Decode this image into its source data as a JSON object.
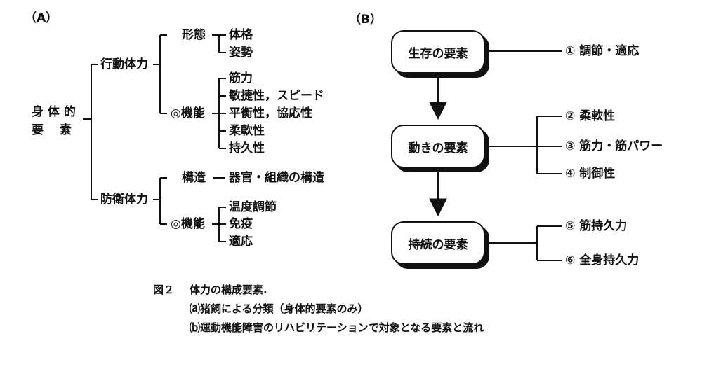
{
  "panel_a": {
    "label": "（A）",
    "root_line1": "身 体 的",
    "root_line2": "要　 素",
    "behavior": "行動体力",
    "defense": "防衛体力",
    "form": "形態",
    "form_items": [
      "体格",
      "姿勢"
    ],
    "function_a": "◎機能",
    "function_items": [
      "筋力",
      "敏捷性，スピード",
      "平衡性，協応性",
      "柔軟性",
      "持久性"
    ],
    "structure": "構造",
    "structure_item": "器官・組織の構造",
    "function_b": "◎機能",
    "defense_items": [
      "温度調節",
      "免疫",
      "適応"
    ]
  },
  "panel_b": {
    "label": "（B）",
    "boxes": [
      "生存の要素",
      "動きの要素",
      "持続の要素"
    ],
    "items": [
      "① 調節・適応",
      "② 柔軟性",
      "③ 筋力・筋パワー",
      "④ 制御性",
      "⑤ 筋持久力",
      "⑥ 全身持久力"
    ]
  },
  "caption": {
    "number": "図２",
    "title": "体力の構成要素.",
    "line_a": "⒜猪飼による分類（身体的要素のみ）",
    "line_b": "⒝運動機能障害のリハビリテーションで対象となる要素と流れ"
  }
}
